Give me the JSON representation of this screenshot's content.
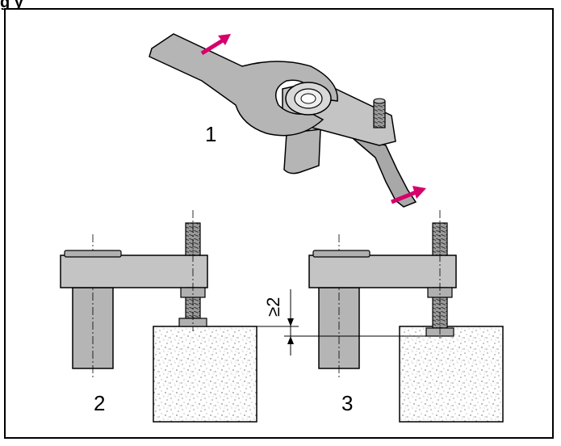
{
  "header_fragment": "g        y",
  "labels": {
    "step1": "1",
    "step2": "2",
    "step3": "3",
    "dimension": "≥2"
  },
  "colors": {
    "arrow": "#d6006c",
    "metal": "#b5b5b5",
    "metal_dark": "#8f8f8f",
    "outline": "#000000",
    "concrete": "#ffffff"
  }
}
